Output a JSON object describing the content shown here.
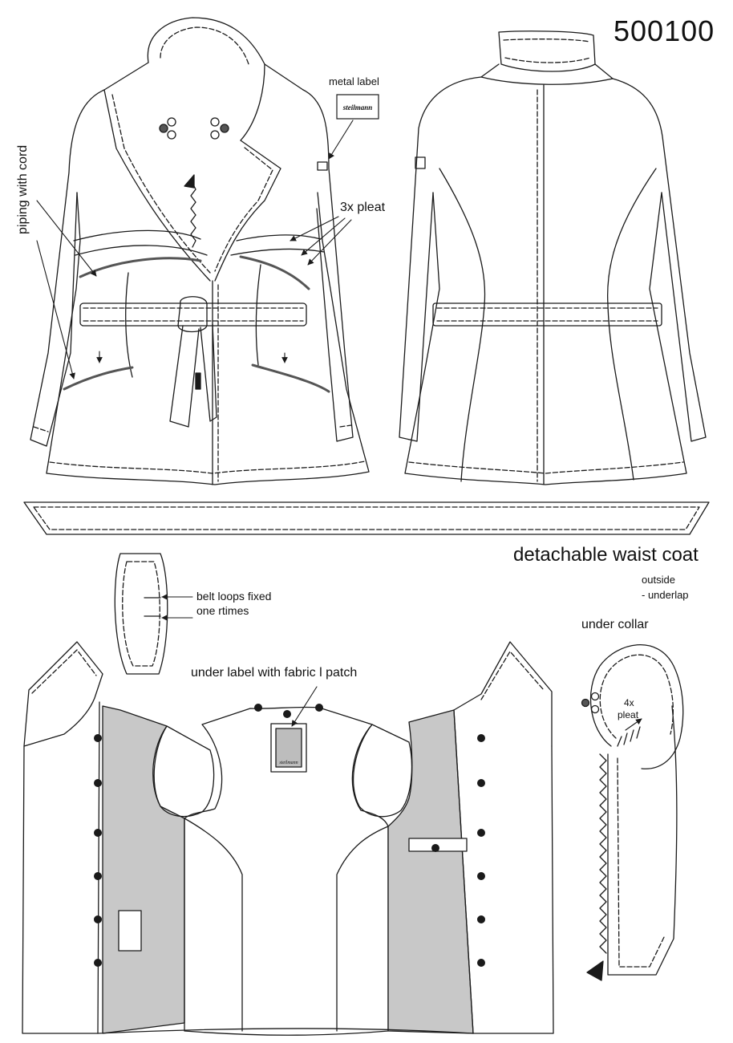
{
  "sheet": {
    "article_number": "500100",
    "brand_on_label": "steilmann",
    "section_title": "detachable waist coat"
  },
  "annotations": {
    "metal_label": "metal label",
    "piping_with_cord": "piping with cord",
    "pleat_3x": "3x pleat",
    "belt_loops": [
      "belt loops fixed",
      "one rtimes"
    ],
    "outside": [
      "outside",
      "- underlap"
    ],
    "under_collar": "under collar",
    "pleat_4x": [
      "4x",
      "pleat"
    ],
    "under_label": "under label with fabric l patch"
  },
  "colors": {
    "line": "#1a1a1a",
    "lining_gray": "#c8c8c8",
    "piping": "#555555",
    "paper": "#ffffff"
  },
  "icons": [
    "arrow-icon",
    "button-dot-icon",
    "eyelet-hook-icon",
    "zipper-pull-icon"
  ]
}
